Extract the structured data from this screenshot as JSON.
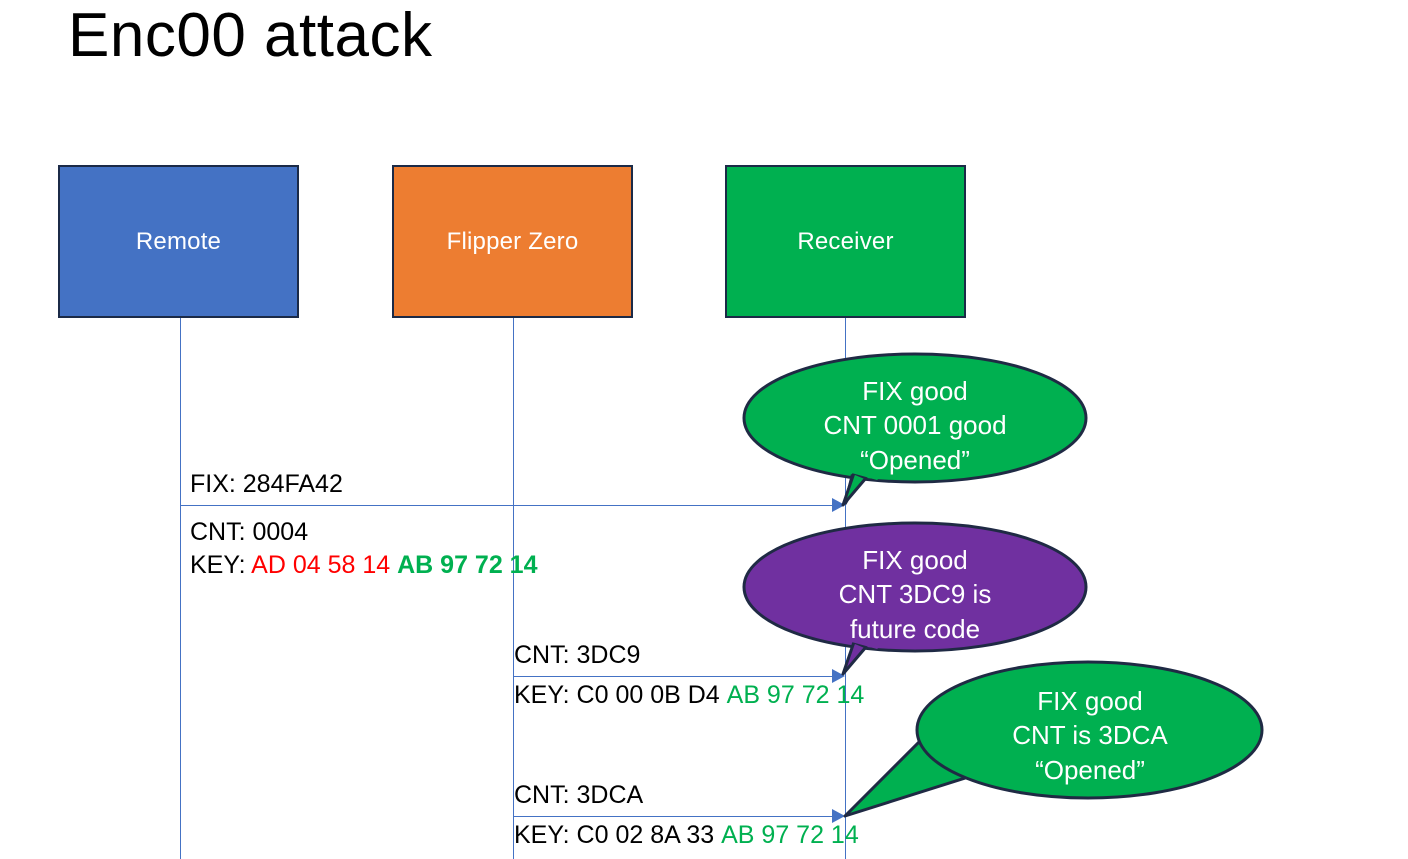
{
  "slide": {
    "title": "Enc00 attack",
    "background": "#FFFFFF"
  },
  "colors": {
    "remote_blue": "#4472C4",
    "flipper_orange": "#ED7D31",
    "receiver_green": "#00B050",
    "bubble_green": "#00B050",
    "bubble_purple": "#7030A0",
    "bubble_border": "#1F2A44",
    "arrow_blue": "#4472C4",
    "key_red": "#FF0000",
    "key_green": "#00B050",
    "text_black": "#000000"
  },
  "actors": [
    {
      "id": "remote",
      "label": "Remote",
      "fill": "#4472C4"
    },
    {
      "id": "flipper",
      "label": "Flipper Zero",
      "fill": "#ED7D31"
    },
    {
      "id": "receiver",
      "label": "Receiver",
      "fill": "#00B050"
    }
  ],
  "messages": [
    {
      "id": "msg-1",
      "from": "remote",
      "to": "receiver",
      "lines": [
        {
          "label": "FIX: 284FA42"
        },
        {
          "label": "CNT: 0004"
        },
        {
          "label_prefix": "KEY: ",
          "segments": [
            {
              "text": "AD 04 58 14 ",
              "color": "red",
              "bold": true
            },
            {
              "text": "AB 97 72 14",
              "color": "green",
              "bold": true
            }
          ]
        }
      ]
    },
    {
      "id": "msg-2",
      "from": "flipper",
      "to": "receiver",
      "lines": [
        {
          "label": "CNT: 3DC9"
        },
        {
          "label_prefix": "KEY: ",
          "segments": [
            {
              "text": "C0 00 0B D4 ",
              "color": "black",
              "bold": false
            },
            {
              "text": "AB 97 72 14",
              "color": "green",
              "bold": false
            }
          ]
        }
      ]
    },
    {
      "id": "msg-3",
      "from": "flipper",
      "to": "receiver",
      "lines": [
        {
          "label": "CNT: 3DCA"
        },
        {
          "label_prefix": "KEY: ",
          "segments": [
            {
              "text": "C0 02 8A 33 ",
              "color": "black",
              "bold": false
            },
            {
              "text": "AB 97 72 14",
              "color": "green",
              "bold": false
            }
          ]
        }
      ]
    }
  ],
  "message_text": {
    "m1_fix": "FIX: 284FA42",
    "m1_cnt": "CNT: 0004",
    "m1_key_prefix": "KEY: ",
    "m1_key_red": "AD 04 58 14",
    "m1_key_green": "AB 97 72 14",
    "m2_cnt": "CNT: 3DC9",
    "m2_key_prefix": "KEY: ",
    "m2_key_black": "C0 00 0B D4",
    "m2_key_green": "AB 97 72 14",
    "m3_cnt": "CNT: 3DCA",
    "m3_key_prefix": "KEY: ",
    "m3_key_black": "C0 02 8A 33",
    "m3_key_green": "AB 97 72 14"
  },
  "bubbles": [
    {
      "id": "bubble-1",
      "color": "#00B050",
      "lines": [
        "FIX good",
        "CNT 0001 good",
        "“Opened”"
      ]
    },
    {
      "id": "bubble-2",
      "color": "#7030A0",
      "lines": [
        "FIX good",
        "CNT 3DC9 is",
        "future code"
      ]
    },
    {
      "id": "bubble-3",
      "color": "#00B050",
      "lines": [
        "FIX good",
        "CNT is 3DCA",
        "“Opened”"
      ]
    }
  ]
}
